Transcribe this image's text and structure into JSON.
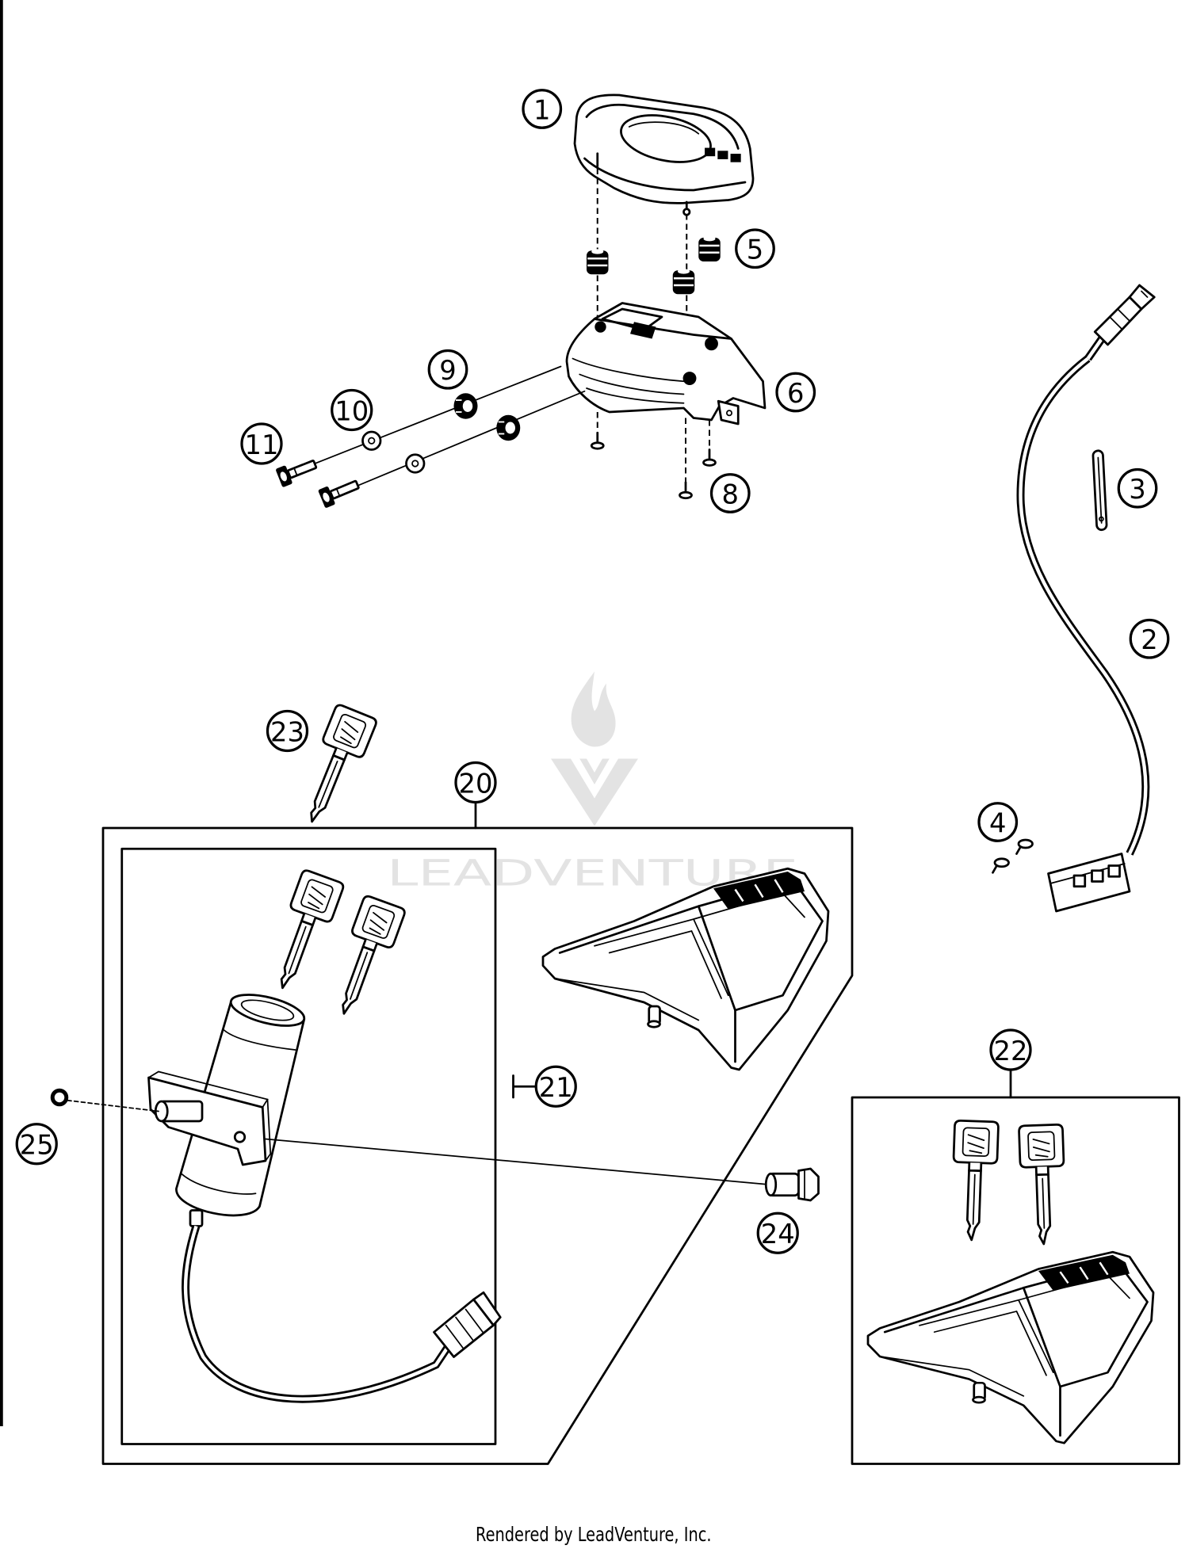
{
  "callouts": {
    "1": "1",
    "2": "2",
    "3": "3",
    "4": "4",
    "5": "5",
    "6": "6",
    "8": "8",
    "9": "9",
    "10": "10",
    "11": "11",
    "20": "20",
    "21": "21",
    "22": "22",
    "23": "23",
    "24": "24",
    "25": "25"
  },
  "watermark": {
    "text": "LEADVENTURE"
  },
  "footer": {
    "text": "Rendered by LeadVenture, Inc."
  },
  "colors": {
    "ink": "#000000",
    "watermark": "#e3e3e3",
    "background": "#ffffff"
  }
}
